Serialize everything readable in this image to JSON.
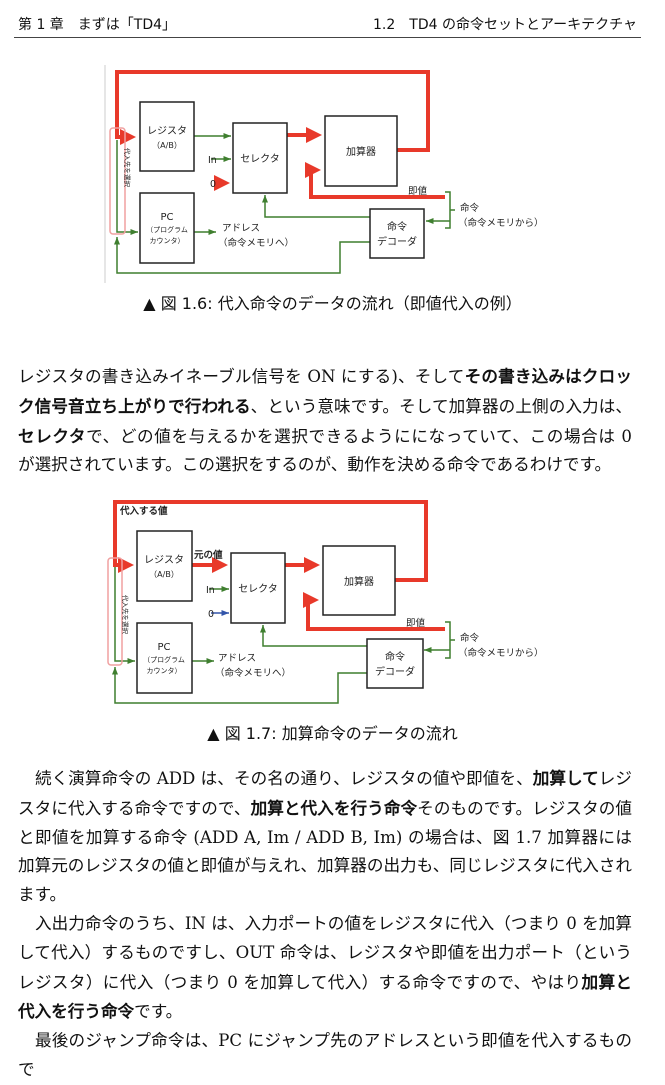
{
  "header": {
    "left": "第 1 章　まずは「TD4」",
    "right": "1.2　TD4 の命令セットとアーキテクチャ"
  },
  "colors": {
    "red": "#e8392a",
    "green": "#3f7f2f",
    "pink": "#f0a0a0",
    "blue": "#3355aa"
  },
  "diagram": {
    "register": "レジスタ",
    "register_sub": "（A/B）",
    "selector": "セレクタ",
    "adder": "加算器",
    "pc": "PC",
    "pc_sub1": "（プログラム",
    "pc_sub2": "カウンタ）",
    "decoder1": "命令",
    "decoder2": "デコーダ",
    "in": "In",
    "zero": "0",
    "immediate": "即値",
    "instr": "命令",
    "instr_sub": "（命令メモリから）",
    "address": "アドレス",
    "address_sub": "（命令メモリへ）",
    "select_dest": "代入先を選択",
    "value_to_assign": "代入する値",
    "original_value": "元の値"
  },
  "figures": [
    {
      "caption": "▲ 図 1.6:  代入命令のデータの流れ（即値代入の例）"
    },
    {
      "caption": "▲ 図 1.7:  加算命令のデータの流れ"
    }
  ],
  "body": {
    "p1": [
      "レジスタの書き込みイネーブル信号を ON にする)、そして",
      "その書き込みはクロック信号音立ち上がりで行われる",
      "、という意味です。そして加算器の上側の入力は、",
      "セレクタ",
      "で、どの値を与えるかを選択できるようにになっていて、この場合は 0 が選択されています。この選択をするのが、動作を決める命令であるわけです。"
    ],
    "p2": [
      "続く演算命令の ADD は、その名の通り、レジスタの値や即値を、",
      "加算して",
      "レジスタに代入する命令ですので、",
      "加算と代入を行う命令",
      "そのものです。レジスタの値と即値を加算する命令 (ADD A, Im / ADD B, Im) の場合は、図 1.7 加算器には加算元のレジスタの値と即値が与えれ、加算器の出力も、同じレジスタに代入されます。"
    ],
    "p3": [
      "入出力命令のうち、IN は、入力ポートの値をレジスタに代入（つまり 0 を加算して代入）するものですし、OUT 命令は、レジスタや即値を出力ポート（というレジスタ）に代入（つまり 0 を加算して代入）する命令ですので、やはり",
      "加算と代入を行う命令",
      "です。"
    ],
    "p4": [
      "最後のジャンプ命令は、PC にジャンプ先のアドレスという即値を代入するもので"
    ]
  }
}
